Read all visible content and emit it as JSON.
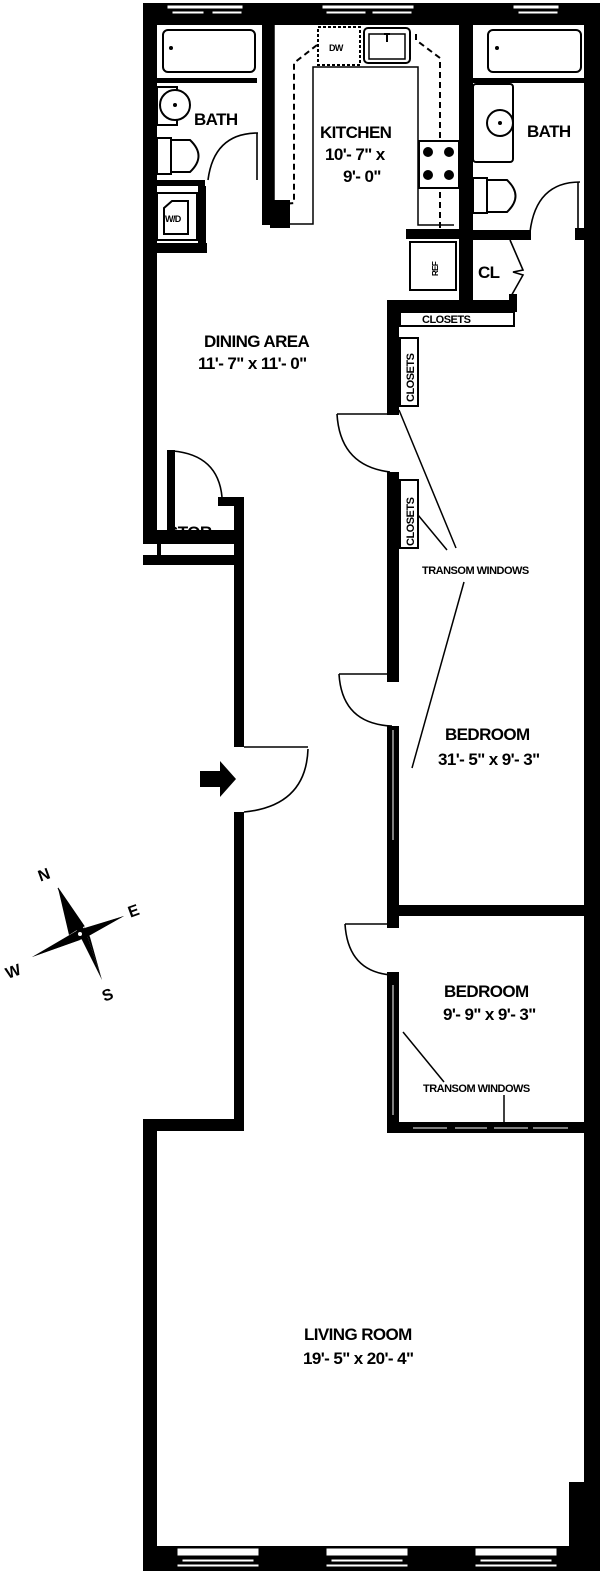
{
  "title": "Apartment Floor Plan",
  "colors": {
    "wall": "#000000",
    "background": "#ffffff"
  },
  "rooms": {
    "bath_left": {
      "name": "BATH"
    },
    "kitchen": {
      "name": "KITCHEN",
      "dim_line1": "10'- 7\" x",
      "dim_line2": "9'- 0\""
    },
    "bath_right": {
      "name": "BATH"
    },
    "closet": {
      "name": "CL"
    },
    "dining": {
      "name": "DINING AREA",
      "dimensions": "11'- 7\" x 11'- 0\""
    },
    "storage": {
      "name": "STOR"
    },
    "bedroom_1": {
      "name": "BEDROOM",
      "dimensions": "31'- 5\" x 9'- 3\""
    },
    "bedroom_2": {
      "name": "BEDROOM",
      "dimensions": "9'- 9\" x 9'- 3\""
    },
    "living": {
      "name": "LIVING ROOM",
      "dimensions": "19'- 5\" x 20'- 4\""
    }
  },
  "fixtures": {
    "dishwasher": "DW",
    "washer_dryer": "W/D",
    "refrigerator": "REF"
  },
  "closets": [
    "CLOSETS",
    "CLOSETS",
    "CLOSETS"
  ],
  "annotations": {
    "transom_1": "TRANSOM WINDOWS",
    "transom_2": "TRANSOM WINDOWS"
  },
  "compass": {
    "north": "N",
    "east": "E",
    "south": "S",
    "west": "W"
  },
  "entry_arrow": "entry-arrow"
}
